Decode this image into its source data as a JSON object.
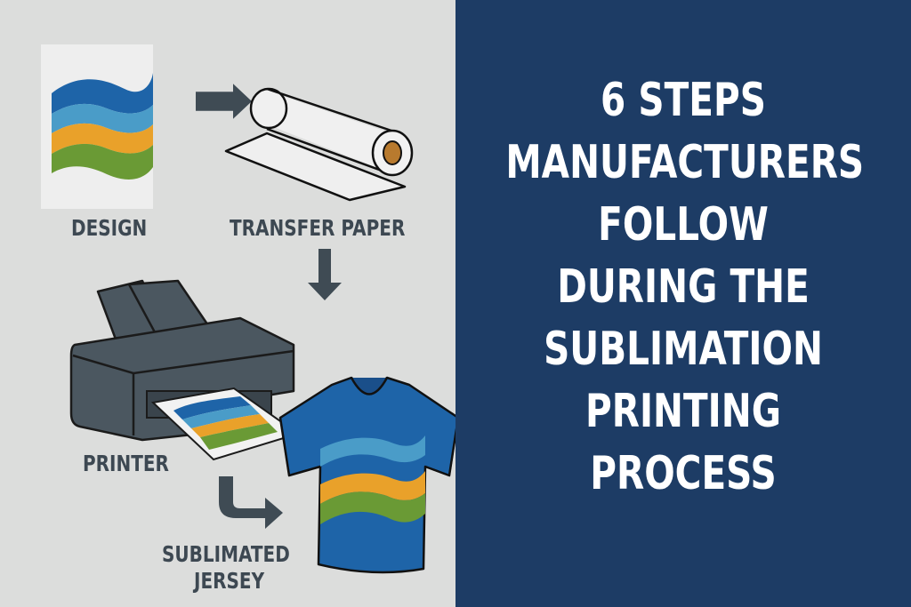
{
  "title_lines": [
    "6 STEPS",
    "MANUFACTURERS",
    "FOLLOW",
    "DURING THE",
    "SUBLIMATION",
    "PRINTING",
    "PROCESS"
  ],
  "steps": {
    "design": "DESIGN",
    "transfer_paper": "TRANSFER PAPER",
    "printer": "PRINTER",
    "jersey_line1": "SUBLIMATED",
    "jersey_line2": "JERSEY"
  },
  "colors": {
    "navy_panel": "#1d3c65",
    "dark_blue": "#1e64a8",
    "light_blue": "#4a9cc8",
    "orange": "#e9a12a",
    "green": "#6a9a35",
    "printer_gray": "#4b5760",
    "label_gray": "#3d4852"
  }
}
